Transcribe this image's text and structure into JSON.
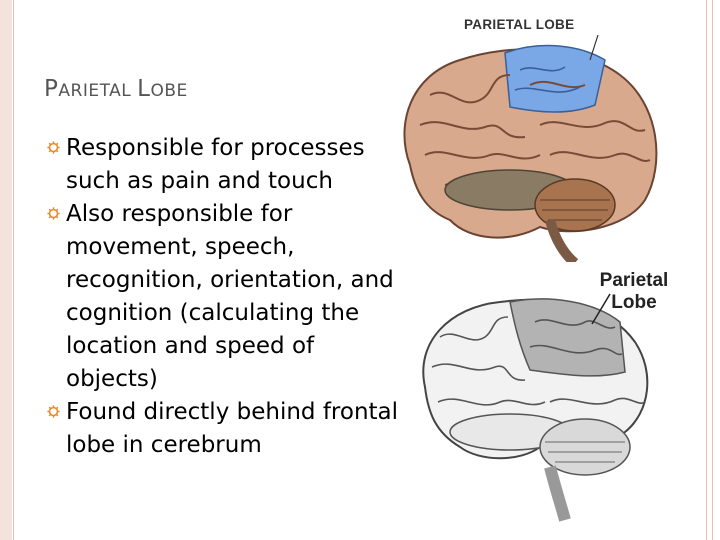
{
  "slide": {
    "title_first": "P",
    "title_word1_rest": "ARIETAL",
    "title_space": " ",
    "title_word2_first": "L",
    "title_word2_rest": "OBE",
    "bullets": [
      "Responsible for processes such as pain and touch",
      "Also responsible for movement, speech, recognition, orientation, and cognition (calculating the location and speed of objects)",
      "Found directly behind frontal lobe in cerebrum"
    ]
  },
  "images": {
    "top_label": "PARIETAL LOBE",
    "bottom_label_line1": "Parietal",
    "bottom_label_line2": "Lobe"
  },
  "colors": {
    "accent": "#e8882a",
    "bullet": "#e8882a",
    "title": "#555555",
    "parietal_highlight_top": "#6fa3e6",
    "parietal_highlight_bottom": "#a9a9a9",
    "brain_top": "#d9a98d"
  },
  "icons": {
    "bullet": "gear-bullet-icon"
  }
}
